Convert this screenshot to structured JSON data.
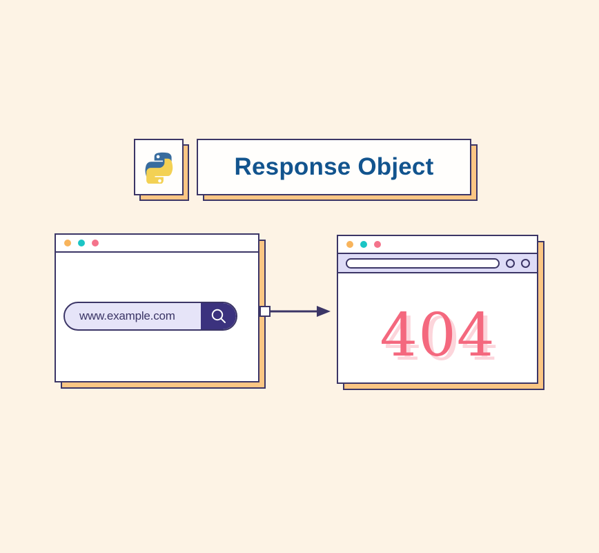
{
  "page": {
    "background_color": "#FDF3E5",
    "outline_color": "#3B3566",
    "shadow_color": "#FBC684"
  },
  "header": {
    "logo": {
      "icon_name": "python-logo-icon",
      "alt": "Python",
      "colors": {
        "blue": "#386C9E",
        "yellow": "#F3D154"
      }
    },
    "title": "Response Object",
    "title_color": "#12548E"
  },
  "browser_left": {
    "name": "request-browser-window",
    "traffic_lights": [
      {
        "name": "dot-amber",
        "color": "#F8B45C"
      },
      {
        "name": "dot-teal",
        "color": "#1BC5C5"
      },
      {
        "name": "dot-pink",
        "color": "#F4738B"
      }
    ],
    "search": {
      "value": "www.example.com",
      "placeholder": "www.example.com",
      "field_color": "#E6E4F8",
      "button_color": "#3B327E",
      "button_icon": "search-icon"
    }
  },
  "connector": {
    "name": "request-arrow",
    "icon": "arrow-right-icon",
    "color": "#3B3566"
  },
  "browser_right": {
    "name": "response-browser-window",
    "traffic_lights": [
      {
        "name": "dot-amber",
        "color": "#F8B45C"
      },
      {
        "name": "dot-teal",
        "color": "#1BC5C5"
      },
      {
        "name": "dot-pink",
        "color": "#F4738B"
      }
    ],
    "toolbar": {
      "url_value": "",
      "url_placeholder": "",
      "background_color": "#DEDCF7",
      "controls": [
        {
          "name": "toolbar-circle-1",
          "icon": "circle-icon"
        },
        {
          "name": "toolbar-circle-2",
          "icon": "circle-icon"
        }
      ]
    },
    "content": {
      "error_code": "404",
      "error_color": "#F4687E"
    }
  }
}
